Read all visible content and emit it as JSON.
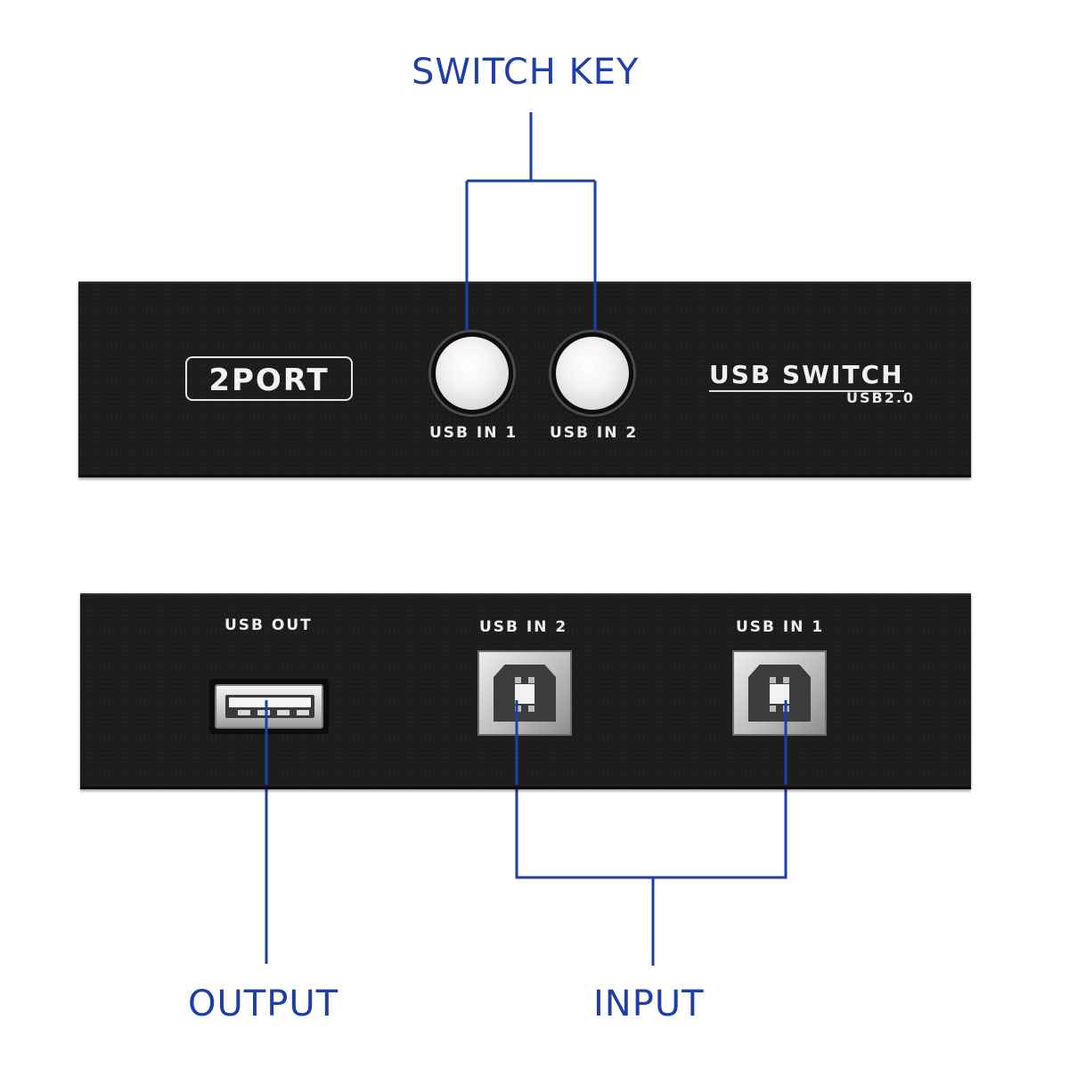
{
  "callouts": {
    "switch_key": "SWITCH KEY",
    "output": "OUTPUT",
    "input": "INPUT"
  },
  "front_panel": {
    "badge": "2PORT",
    "button_1_label": "USB IN 1",
    "button_2_label": "USB IN 2",
    "product_name": "USB SWITCH",
    "product_version": "USB2.0"
  },
  "back_panel": {
    "out_label": "USB OUT",
    "in_2_label": "USB IN 2",
    "in_1_label": "USB IN 1"
  },
  "colors": {
    "callout": "#1f3fa8",
    "device_body": "#1c1c1c",
    "device_text": "#ececec"
  }
}
